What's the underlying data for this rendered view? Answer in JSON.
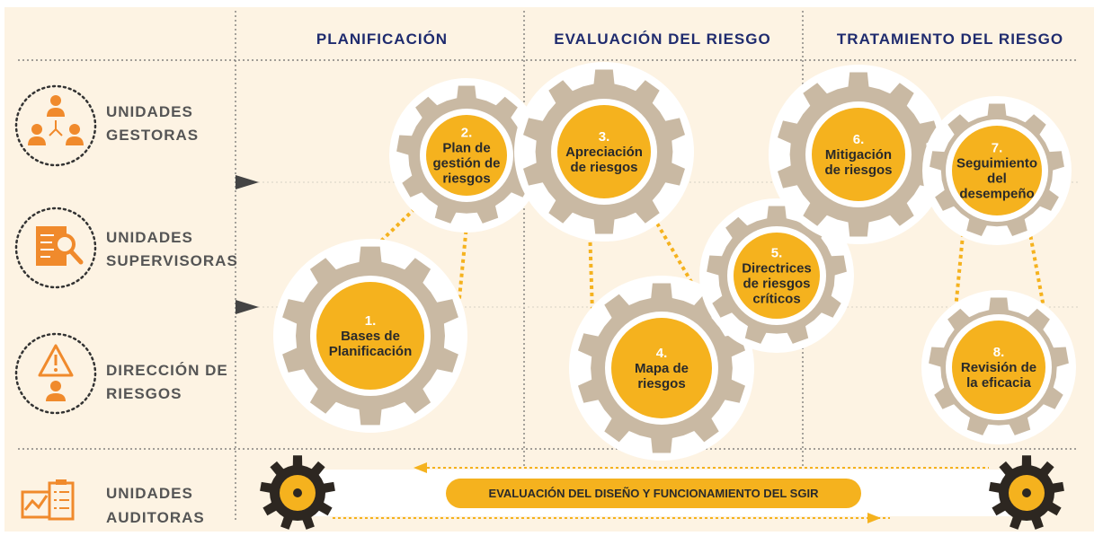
{
  "columns": [
    {
      "label": "PLANIFICACIÓN"
    },
    {
      "label": "EVALUACIÓN DEL RIESGO"
    },
    {
      "label": "TRATAMIENTO DEL RIESGO"
    }
  ],
  "rows": [
    {
      "line1": "UNIDADES",
      "line2": "GESTORAS",
      "icon": "people-network-icon"
    },
    {
      "line1": "UNIDADES",
      "line2": "SUPERVISORAS",
      "icon": "document-magnifier-icon"
    },
    {
      "line1": "DIRECCIÓN DE",
      "line2": "RIESGOS",
      "icon": "warning-person-icon"
    },
    {
      "line1": "UNIDADES",
      "line2": "AUDITORAS",
      "icon": "chart-checklist-icon"
    }
  ],
  "gears": [
    {
      "num": "1.",
      "lines": [
        "Bases de",
        "Planificación"
      ]
    },
    {
      "num": "2.",
      "lines": [
        "Plan de",
        "gestión de",
        "riesgos"
      ]
    },
    {
      "num": "3.",
      "lines": [
        "Apreciación",
        "de riesgos"
      ]
    },
    {
      "num": "4.",
      "lines": [
        "Mapa de",
        "riesgos"
      ]
    },
    {
      "num": "5.",
      "lines": [
        "Directrices",
        "de riesgos",
        "críticos"
      ]
    },
    {
      "num": "6.",
      "lines": [
        "Mitigación",
        "de riesgos"
      ]
    },
    {
      "num": "7.",
      "lines": [
        "Seguimiento",
        "del",
        "desempeño"
      ]
    },
    {
      "num": "8.",
      "lines": [
        "Revisión de",
        "la eficacia"
      ]
    }
  ],
  "banner": {
    "label": "EVALUACIÓN DEL DISEÑO Y FUNCIONAMIENTO DEL SGIR"
  },
  "colors": {
    "background": "#fdf3e3",
    "orange": "#f5b21e",
    "gear": "#c9b9a3",
    "icon": "#f08a2c",
    "header": "#1f2b6e",
    "dark_gear": "#2d2721"
  }
}
